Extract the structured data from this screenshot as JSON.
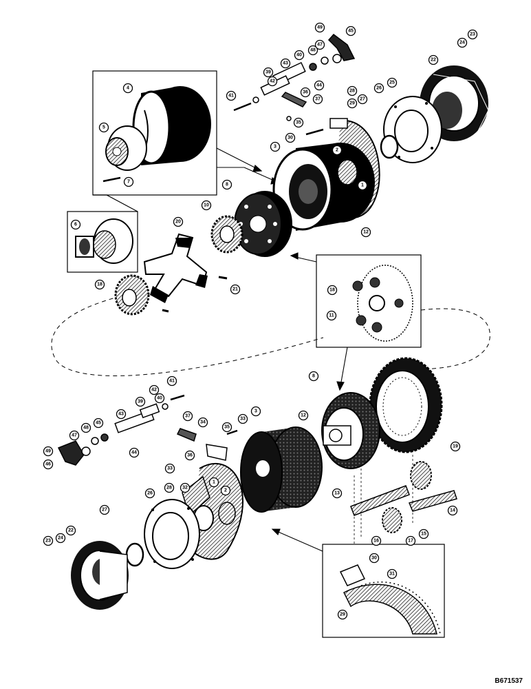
{
  "figure_id": "B671537",
  "callouts": [
    {
      "id": "c-23-top",
      "label": "23"
    },
    {
      "id": "c-24-top",
      "label": "24"
    },
    {
      "id": "c-22-top",
      "label": "22"
    },
    {
      "id": "c-45-top",
      "label": "45"
    },
    {
      "id": "c-49-top",
      "label": "49"
    },
    {
      "id": "c-47-top",
      "label": "47"
    },
    {
      "id": "c-48-top",
      "label": "48"
    },
    {
      "id": "c-40-top",
      "label": "40"
    },
    {
      "id": "c-43-top",
      "label": "43"
    },
    {
      "id": "c-39-top",
      "label": "39"
    },
    {
      "id": "c-42-top",
      "label": "42"
    },
    {
      "id": "c-44-top",
      "label": "44"
    },
    {
      "id": "c-41-top",
      "label": "41"
    },
    {
      "id": "c-36-top",
      "label": "36"
    },
    {
      "id": "c-37-top",
      "label": "37"
    },
    {
      "id": "c-35-top",
      "label": "35"
    },
    {
      "id": "c-25-top",
      "label": "25"
    },
    {
      "id": "c-26-top",
      "label": "26"
    },
    {
      "id": "c-29-top",
      "label": "29"
    },
    {
      "id": "c-27-top",
      "label": "27"
    },
    {
      "id": "c-28-top",
      "label": "28"
    },
    {
      "id": "c-4",
      "label": "4"
    },
    {
      "id": "c-5",
      "label": "5"
    },
    {
      "id": "c-7",
      "label": "7"
    },
    {
      "id": "c-3-top",
      "label": "3"
    },
    {
      "id": "c-30",
      "label": "30"
    },
    {
      "id": "c-2-top",
      "label": "2"
    },
    {
      "id": "c-1-top",
      "label": "1"
    },
    {
      "id": "c-8-top",
      "label": "8"
    },
    {
      "id": "c-10",
      "label": "10"
    },
    {
      "id": "c-12-top",
      "label": "12"
    },
    {
      "id": "c-6",
      "label": "6"
    },
    {
      "id": "c-20",
      "label": "20"
    },
    {
      "id": "c-18-left",
      "label": "18"
    },
    {
      "id": "c-21",
      "label": "21"
    },
    {
      "id": "c-18-inset",
      "label": "18"
    },
    {
      "id": "c-11",
      "label": "11"
    },
    {
      "id": "c-41-bot",
      "label": "41"
    },
    {
      "id": "c-42-bot",
      "label": "42"
    },
    {
      "id": "c-40-bot",
      "label": "40"
    },
    {
      "id": "c-43-bot",
      "label": "43"
    },
    {
      "id": "c-39-bot",
      "label": "39"
    },
    {
      "id": "c-37-bot",
      "label": "37"
    },
    {
      "id": "c-34-bot",
      "label": "34"
    },
    {
      "id": "c-44-bot",
      "label": "44"
    },
    {
      "id": "c-47-bot",
      "label": "47"
    },
    {
      "id": "c-48-bot",
      "label": "48"
    },
    {
      "id": "c-45-bot",
      "label": "45"
    },
    {
      "id": "c-49-bot",
      "label": "49"
    },
    {
      "id": "c-46-bot",
      "label": "46"
    },
    {
      "id": "c-35-bot",
      "label": "35"
    },
    {
      "id": "c-33-bot",
      "label": "33"
    },
    {
      "id": "c-3-bot",
      "label": "3"
    },
    {
      "id": "c-12-bot",
      "label": "12"
    },
    {
      "id": "c-8-bot",
      "label": "8"
    },
    {
      "id": "c-19",
      "label": "19"
    },
    {
      "id": "c-36-bot",
      "label": "36"
    },
    {
      "id": "c-33b-bot",
      "label": "33"
    },
    {
      "id": "c-1-bot",
      "label": "1"
    },
    {
      "id": "c-2-bot",
      "label": "2"
    },
    {
      "id": "c-13",
      "label": "13"
    },
    {
      "id": "c-26-bot",
      "label": "26"
    },
    {
      "id": "c-28-bot",
      "label": "28"
    },
    {
      "id": "c-32",
      "label": "32"
    },
    {
      "id": "c-14",
      "label": "14"
    },
    {
      "id": "c-15",
      "label": "15"
    },
    {
      "id": "c-16",
      "label": "16"
    },
    {
      "id": "c-17",
      "label": "17"
    },
    {
      "id": "c-27-bot",
      "label": "27"
    },
    {
      "id": "c-23-bot",
      "label": "23"
    },
    {
      "id": "c-24-bot",
      "label": "24"
    },
    {
      "id": "c-22-bot",
      "label": "22"
    },
    {
      "id": "c-30-inset",
      "label": "30"
    },
    {
      "id": "c-31",
      "label": "31"
    },
    {
      "id": "c-29-inset",
      "label": "29"
    }
  ]
}
